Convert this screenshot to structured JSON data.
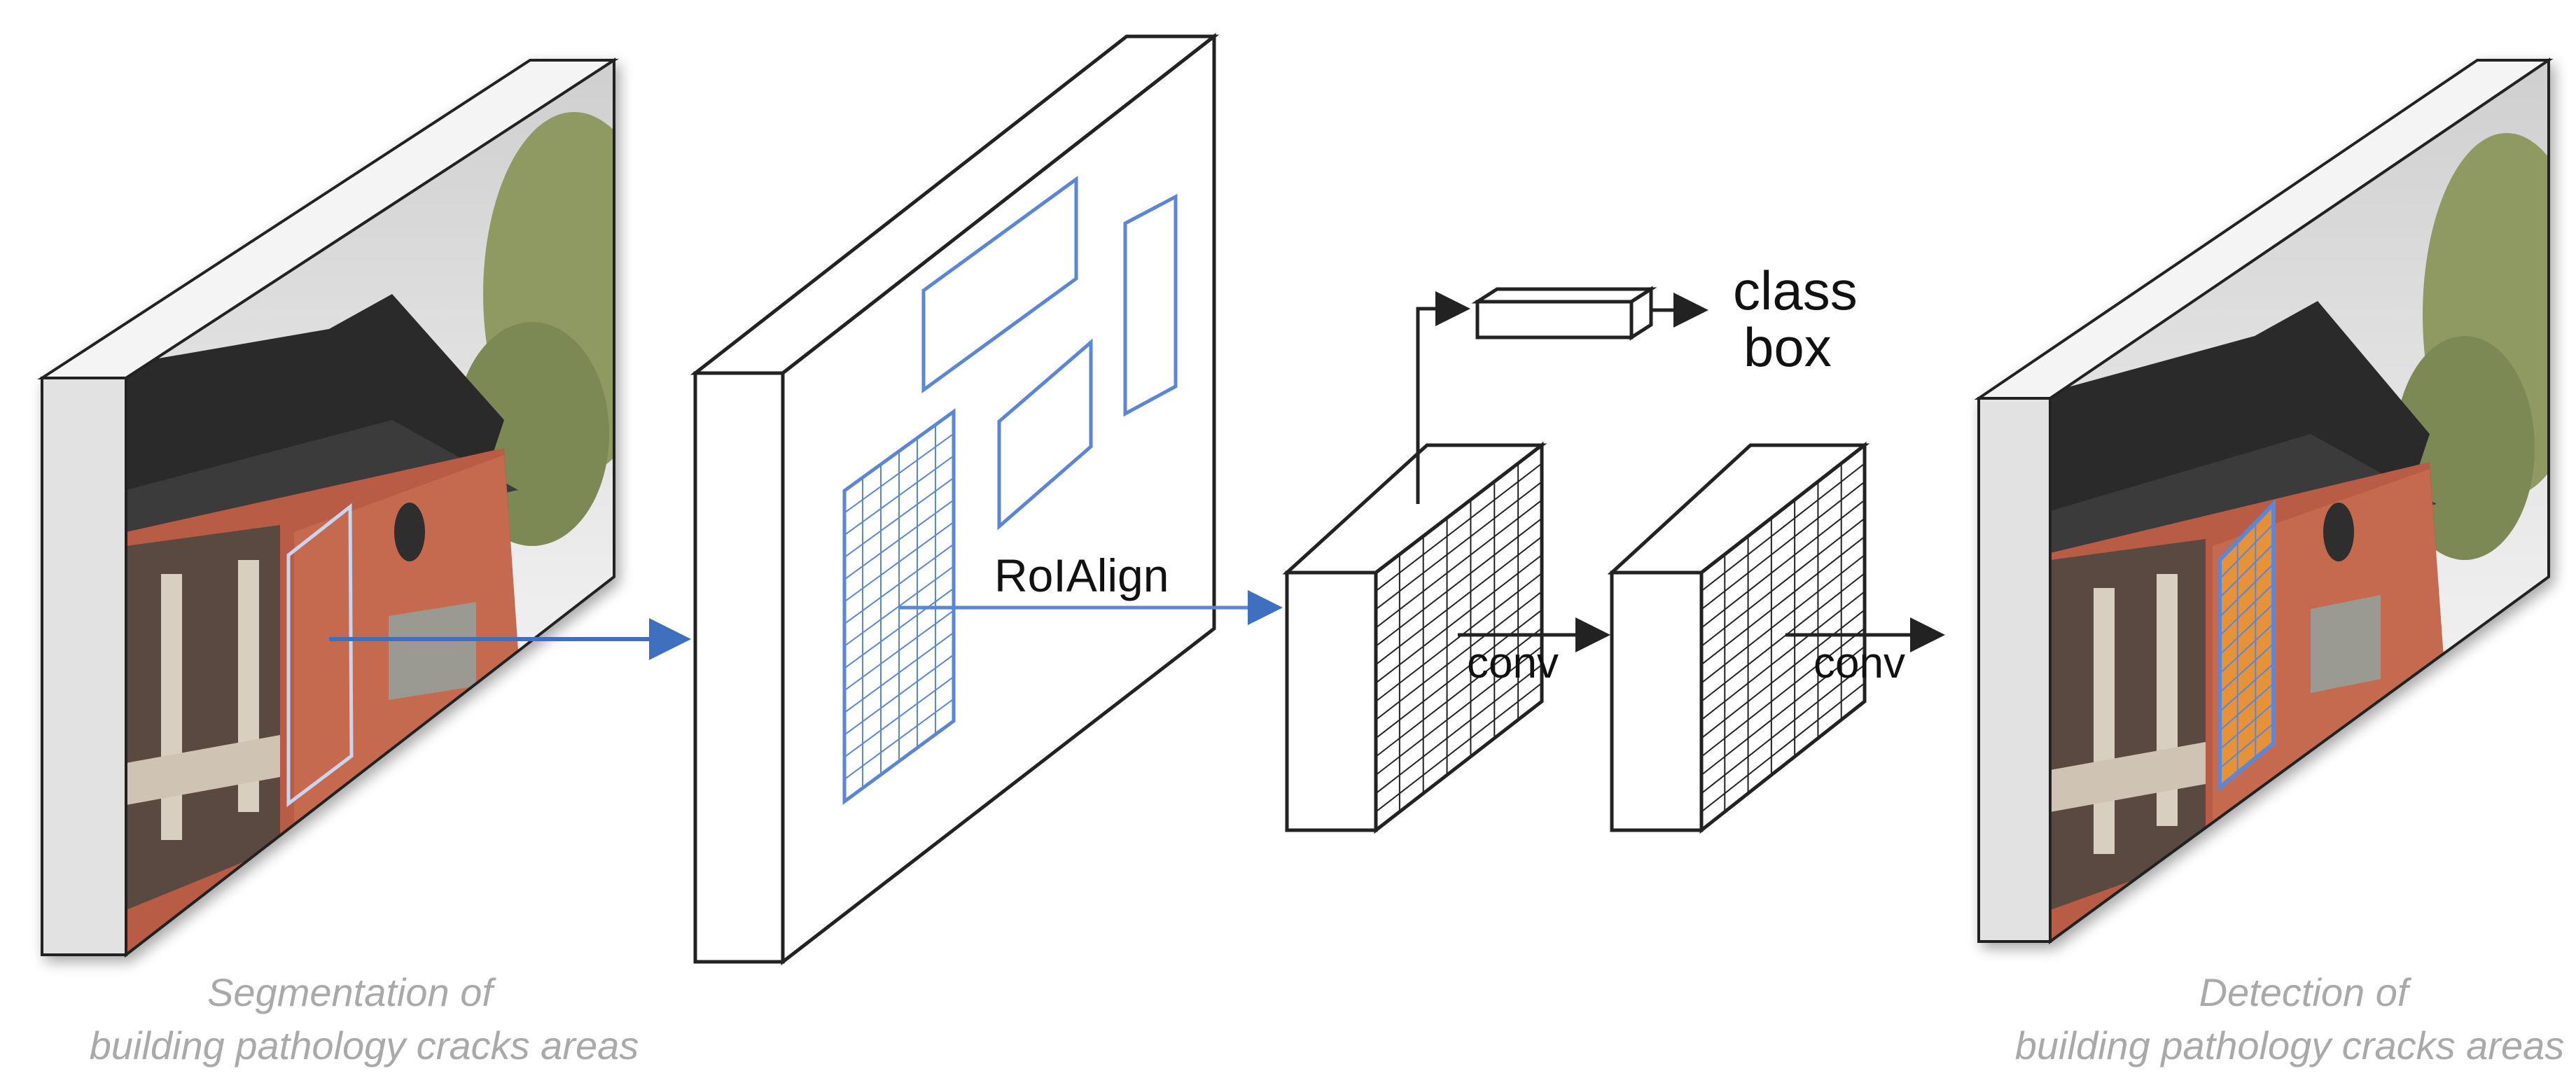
{
  "labels": {
    "roialign": "RoIAlign",
    "conv_1": "conv",
    "conv_2": "conv",
    "class": "class",
    "box": "box"
  },
  "captions": {
    "left_line1": "Segmentation of",
    "left_line2": "building pathology cracks areas",
    "right_line1": "Detection of",
    "right_line2": "building pathology cracks areas"
  },
  "colors": {
    "stroke": "#222222",
    "accent_blue": "#5b86d6",
    "caption_gray": "#a9a9a9",
    "crack_fill": "#f0a030"
  },
  "icons": {
    "input_photo": "building-photo-icon",
    "output_photo": "building-photo-icon"
  }
}
